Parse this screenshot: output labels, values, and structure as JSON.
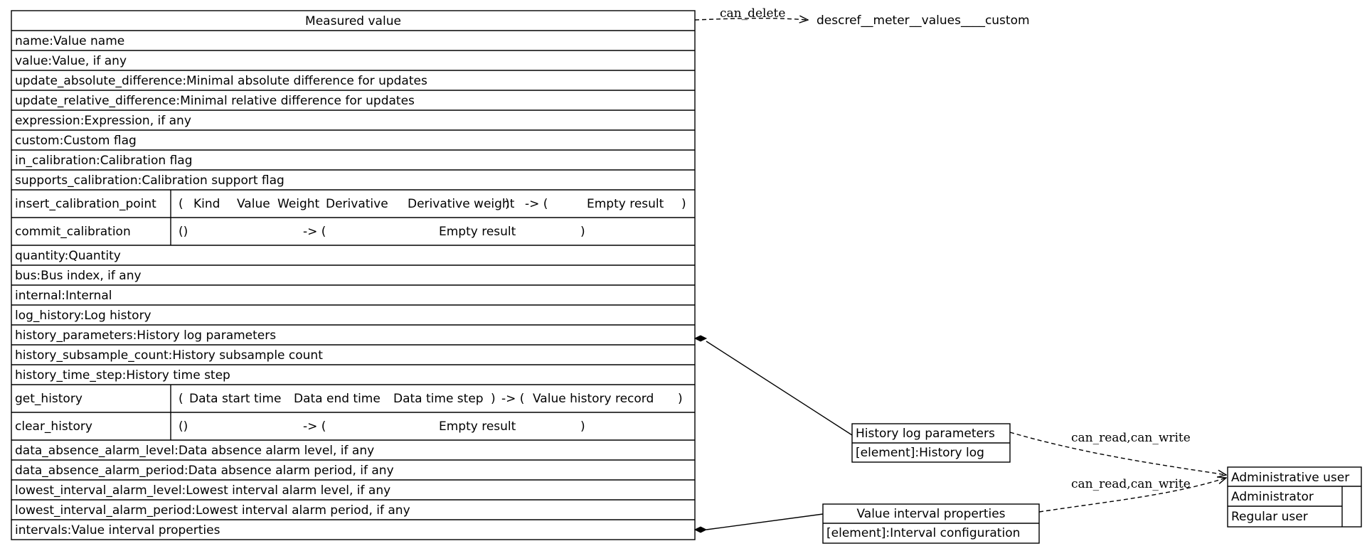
{
  "measured_value": {
    "title": "Measured value",
    "rows": [
      {
        "kind": "attr",
        "text": "name:Value name"
      },
      {
        "kind": "attr",
        "text": "value:Value, if any"
      },
      {
        "kind": "attr",
        "text": "update_absolute_difference:Minimal absolute difference for updates"
      },
      {
        "kind": "attr",
        "text": "update_relative_difference:Minimal relative difference for updates"
      },
      {
        "kind": "attr",
        "text": "expression:Expression, if any"
      },
      {
        "kind": "attr",
        "text": "custom:Custom flag"
      },
      {
        "kind": "attr",
        "text": "in_calibration:Calibration flag"
      },
      {
        "kind": "attr",
        "text": "supports_calibration:Calibration support flag"
      },
      {
        "kind": "method",
        "name": "insert_calibration_point",
        "cells": [
          "(",
          "Kind",
          "Value",
          "Weight",
          "Derivative",
          "Derivative weight",
          ")",
          "-> (",
          "Empty result",
          ")"
        ]
      },
      {
        "kind": "method",
        "name": "commit_calibration",
        "cells": [
          "()",
          "-> (",
          "Empty result",
          ")"
        ]
      },
      {
        "kind": "attr",
        "text": "quantity:Quantity"
      },
      {
        "kind": "attr",
        "text": "bus:Bus index, if any"
      },
      {
        "kind": "attr",
        "text": "internal:Internal"
      },
      {
        "kind": "attr",
        "text": "log_history:Log history"
      },
      {
        "kind": "attr",
        "text": "history_parameters:History log parameters"
      },
      {
        "kind": "attr",
        "text": "history_subsample_count:History subsample count"
      },
      {
        "kind": "attr",
        "text": "history_time_step:History time step"
      },
      {
        "kind": "method",
        "name": "get_history",
        "cells": [
          "(",
          "Data start time",
          "Data end time",
          "Data time step",
          ")",
          "-> (",
          "Value history record",
          ")"
        ]
      },
      {
        "kind": "method",
        "name": "clear_history",
        "cells": [
          "()",
          "-> (",
          "Empty result",
          ")"
        ]
      },
      {
        "kind": "attr",
        "text": "data_absence_alarm_level:Data absence alarm level, if any"
      },
      {
        "kind": "attr",
        "text": "data_absence_alarm_period:Data absence alarm period, if any"
      },
      {
        "kind": "attr",
        "text": "lowest_interval_alarm_level:Lowest interval alarm level, if any"
      },
      {
        "kind": "attr",
        "text": "lowest_interval_alarm_period:Lowest interval alarm period, if any"
      },
      {
        "kind": "attr",
        "text": "intervals:Value interval properties"
      }
    ]
  },
  "descref": {
    "text": "descref__meter__values____custom"
  },
  "history_log_parameters": {
    "title": "History log parameters",
    "rows": [
      "[element]:History log"
    ]
  },
  "value_interval_properties": {
    "title": "Value interval properties",
    "rows": [
      "[element]:Interval configuration"
    ]
  },
  "administrative_user": {
    "title": "Administrative user",
    "rows": [
      "Administrator",
      "Regular user"
    ]
  },
  "edges": {
    "can_delete": "can_delete",
    "history_to_admin": "can_read,can_write",
    "interval_to_admin": "can_read,can_write"
  }
}
